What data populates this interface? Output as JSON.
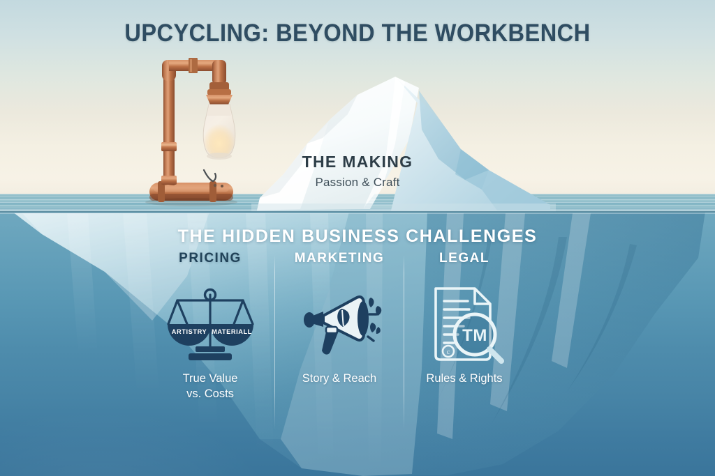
{
  "title": "UPCYCLING: BEYOND THE WORKBENCH",
  "tip": {
    "heading": "THE MAKING",
    "subheading": "Passion & Craft"
  },
  "underwater": {
    "heading": "THE HIDDEN BUSINESS CHALLENGES",
    "columns": [
      {
        "heading": "PRICING",
        "caption_line1": "True Value",
        "caption_line2": "vs. Costs",
        "icon": "balance-scales-icon",
        "scale_left_label": "ARTISTRY",
        "scale_right_label": "MATERIALL"
      },
      {
        "heading": "MARKETING",
        "caption_line1": "Story & Reach",
        "caption_line2": "",
        "icon": "megaphone-leaf-icon"
      },
      {
        "heading": "LEGAL",
        "caption_line1": "Rules & Rights",
        "caption_line2": "",
        "icon": "document-trademark-magnifier-icon",
        "magnifier_label": "TM"
      }
    ]
  },
  "illustration": {
    "lamp": "copper-pipe-lamp",
    "iceberg": "iceberg"
  },
  "colors": {
    "title_text": "#2f4d62",
    "tip_text": "#2d3d47",
    "white_text": "#ffffff",
    "pricing_heading": "#214258",
    "icon_navy": "#1e4060",
    "sky_top": "#c3d9df",
    "sky_horizon": "#f7f2e6",
    "water_top": "#6fa8bf",
    "water_bottom": "#3a759b",
    "copper": "#b5714a"
  }
}
